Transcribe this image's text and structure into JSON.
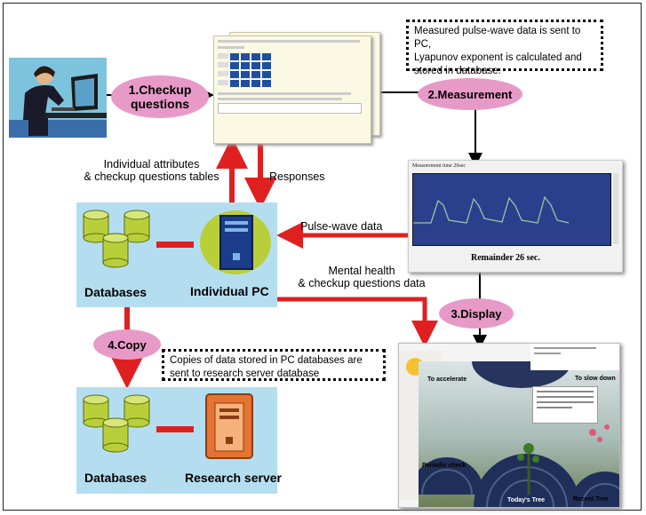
{
  "steps": {
    "checkup": "1.Checkup\nquestions",
    "measurement": "2.Measurement",
    "display": "3.Display",
    "copy": "4.Copy"
  },
  "notes": {
    "measurement_note": "Measured pulse-wave data is sent to PC,\nLyapunov exponent is calculated and\nstored in database.",
    "copy_note": "Copies of data stored in PC databases are\nsent to research server database"
  },
  "labels": {
    "individual_attributes": "Individual attributes\n& checkup questions tables",
    "responses": "Responses",
    "pulse_wave_data": "Pulse-wave data",
    "mental_health": "Mental health\n& checkup questions data",
    "databases_top": "Databases",
    "individual_pc": "Individual PC",
    "databases_bottom": "Databases",
    "research_server": "Research server"
  },
  "measurement_screen": {
    "header": "Measurement time   20sec",
    "remainder": "Remainder   26   sec."
  },
  "display_screen": {
    "to_accelerate": "To accelerate",
    "to_slow_down": "To slow down",
    "periodic_check": "Periodic check",
    "todays_tree": "Today's Tree",
    "recent_tree": "Recent Tree"
  },
  "colors": {
    "accent_pink": "#e79ac7",
    "arrow_red": "#e02020",
    "panel_blue": "#b4def0",
    "cylinder_green": "#b8cf3a",
    "wave_bg": "#2c3f8c"
  }
}
